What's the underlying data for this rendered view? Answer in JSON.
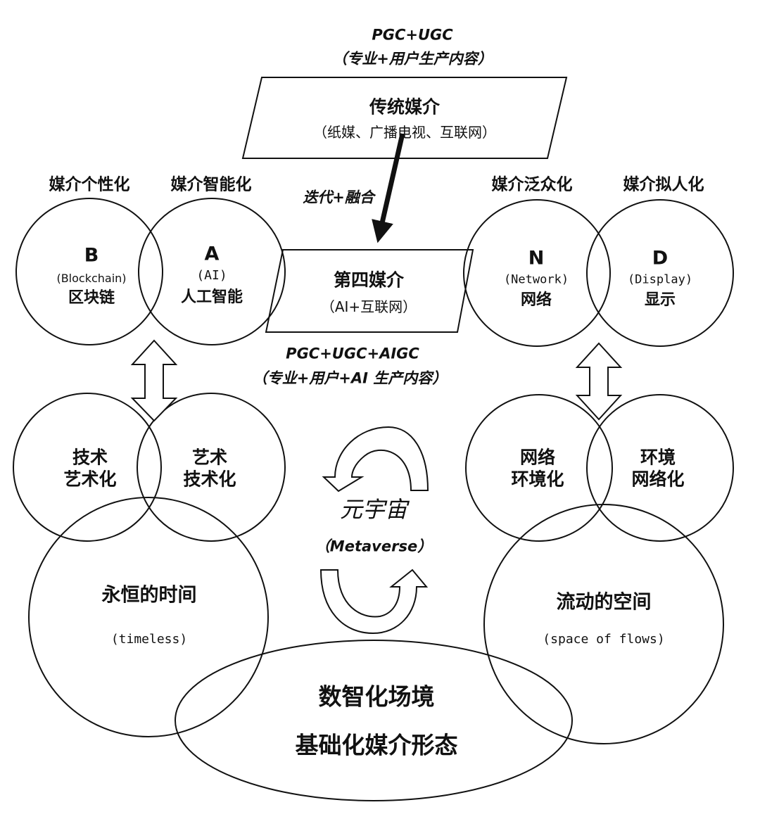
{
  "top": {
    "flow_line1": "PGC+UGC",
    "flow_line2": "（专业+用户生产内容）",
    "traditional_title": "传统媒介",
    "traditional_sub": "（纸媒、广播电视、互联网）",
    "iterate": "迭代+融合",
    "fourth_title": "第四媒介",
    "fourth_sub": "（AI+互联网）",
    "bottom_line1": "PGC+UGC+AIGC",
    "bottom_line2": "（专业+用户+AI 生产内容）"
  },
  "headers": [
    "媒介个性化",
    "媒介智能化",
    "媒介泛众化",
    "媒介拟人化"
  ],
  "left_top": {
    "b_letter": "B",
    "b_en": "(Blockchain)",
    "b_zh": "区块链",
    "a_letter": "A",
    "a_en": "(AI)",
    "a_zh": "人工智能"
  },
  "right_top": {
    "n_letter": "N",
    "n_en": "(Network)",
    "n_zh": "网络",
    "d_letter": "D",
    "d_en": "(Display)",
    "d_zh": "显示"
  },
  "left_mid": {
    "c1_l1": "技术",
    "c1_l2": "艺术化",
    "c2_l1": "艺术",
    "c2_l2": "技术化"
  },
  "right_mid": {
    "c1_l1": "网络",
    "c1_l2": "环境化",
    "c2_l1": "环境",
    "c2_l2": "网络化"
  },
  "center": {
    "title": "元宇宙",
    "sub": "（Metaverse）"
  },
  "bottom": {
    "left_title": "永恒的时间",
    "left_sub": "(timeless)",
    "right_title": "流动的空间",
    "right_sub": "(space of flows)",
    "scene_l1": "数智化场境",
    "scene_l2": "基础化媒介形态"
  }
}
